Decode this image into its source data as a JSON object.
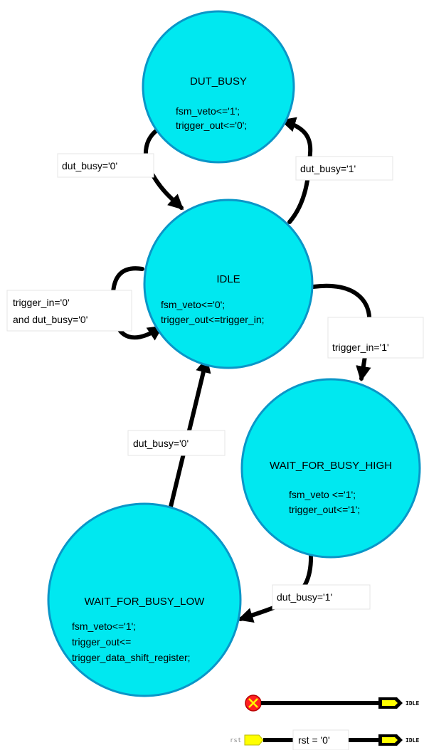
{
  "states": {
    "dut_busy": {
      "name": "DUT_BUSY",
      "actions": [
        "fsm_veto<='1';",
        "trigger_out<='0';"
      ]
    },
    "idle": {
      "name": "IDLE",
      "actions": [
        "fsm_veto<='0';",
        "trigger_out<=trigger_in;"
      ]
    },
    "wait_for_busy_high": {
      "name": "WAIT_FOR_BUSY_HIGH",
      "actions": [
        "fsm_veto <='1';",
        "trigger_out<='1';"
      ]
    },
    "wait_for_busy_low": {
      "name": "WAIT_FOR_BUSY_LOW",
      "actions": [
        "fsm_veto<='1';",
        "trigger_out<=",
        "trigger_data_shift_register;"
      ]
    }
  },
  "transitions": {
    "dut_busy_to_idle": "dut_busy='0'",
    "idle_to_dut_busy": "dut_busy='1'",
    "idle_self_loop": [
      "trigger_in='0'",
      "and dut_busy='0'"
    ],
    "idle_to_wait_high": "trigger_in='1'",
    "wait_high_to_wait_low": "dut_busy='1'",
    "wait_low_to_idle": "dut_busy='0'"
  },
  "reset": {
    "async_target": "IDLE",
    "sync_signal": "rst",
    "sync_condition": "rst = '0'",
    "sync_target": "IDLE"
  },
  "colors": {
    "state_fill": "#00e8f0",
    "state_stroke": "#0a96c8",
    "arrow": "#000000",
    "reset_marker": "#ff2020",
    "port_fill": "#ffff00"
  }
}
